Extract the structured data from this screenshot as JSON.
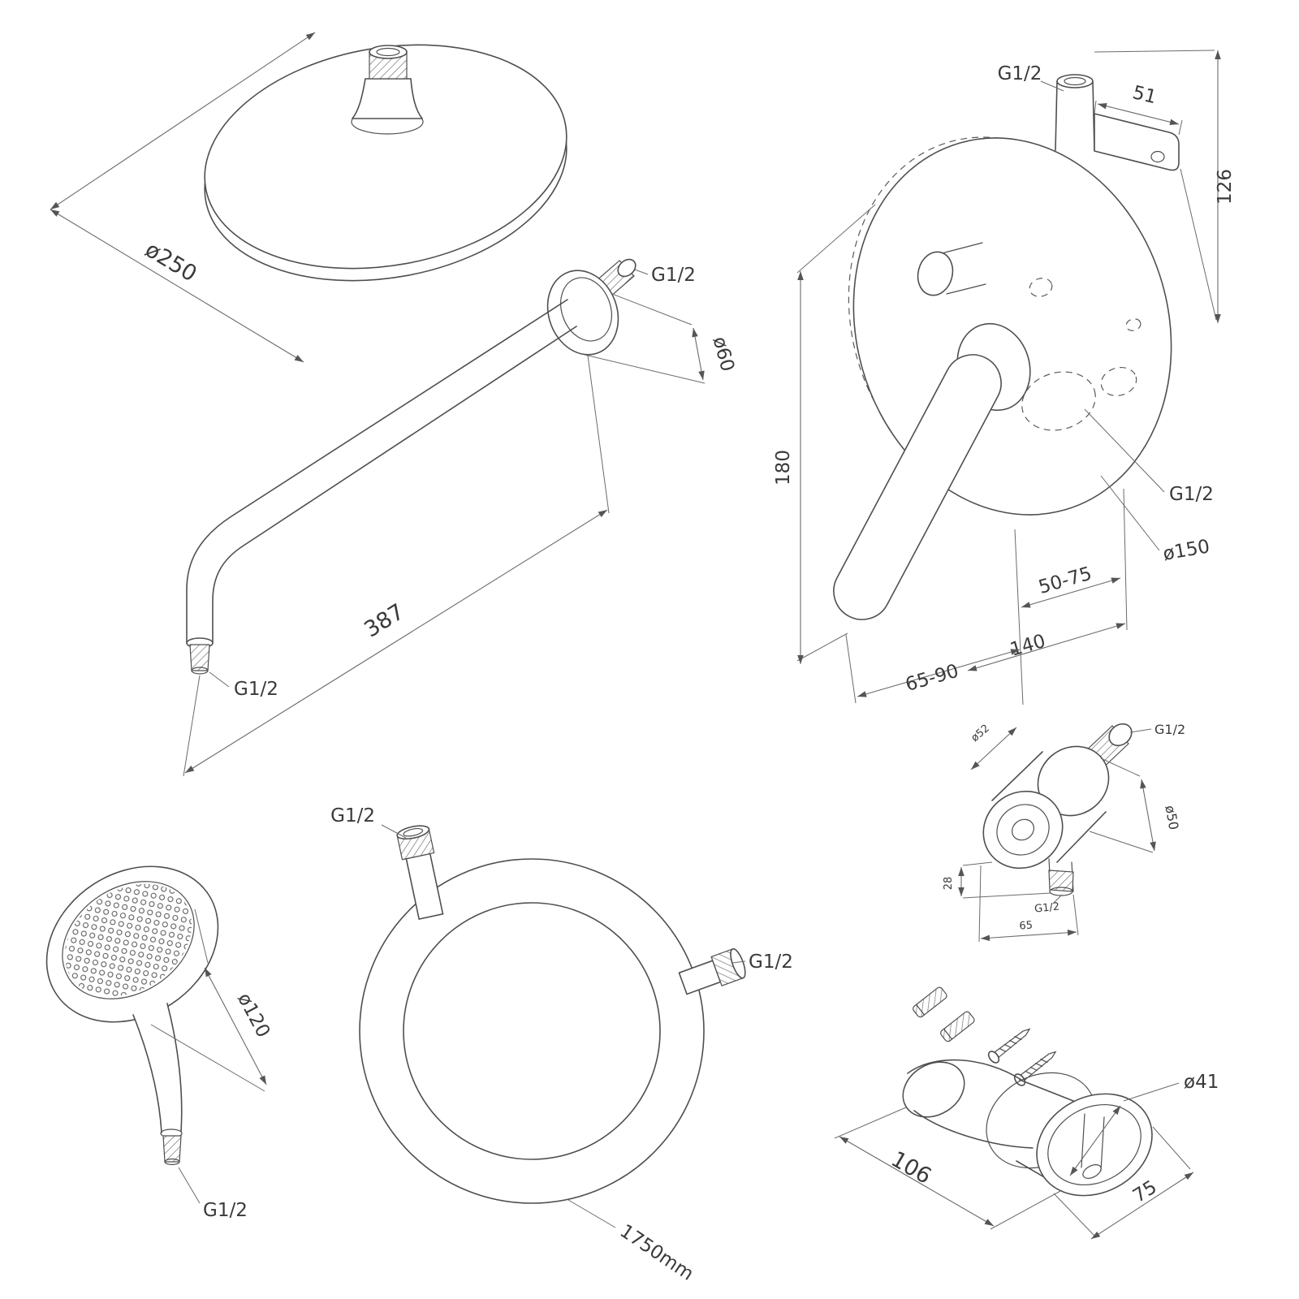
{
  "drawing": {
    "overhead_shower": {
      "diameter": "ø250"
    },
    "shower_arm": {
      "wall_thread": "G1/2",
      "flange_diameter": "ø60",
      "length": "387",
      "outlet_thread": "G1/2"
    },
    "mixer": {
      "top_thread": "G1/2",
      "bracket_depth": "51",
      "upper_height": "126",
      "total_height": "180",
      "outlet_thread": "G1/2",
      "plate_diameter": "ø150",
      "mount_depth_range": "50-75",
      "width": "140",
      "handle_projection": "65-90"
    },
    "hand_shower": {
      "diameter": "ø120",
      "thread": "G1/2"
    },
    "hose": {
      "thread_top": "G1/2",
      "thread_side": "G1/2",
      "length": "1750mm"
    },
    "wall_outlet": {
      "flange_diameter": "ø52",
      "top_thread": "G1/2",
      "body_diameter": "ø50",
      "offset_height": "28",
      "bottom_thread": "G1/2",
      "width": "65"
    },
    "holder": {
      "cup_diameter": "ø41",
      "length": "106",
      "depth": "75"
    }
  }
}
